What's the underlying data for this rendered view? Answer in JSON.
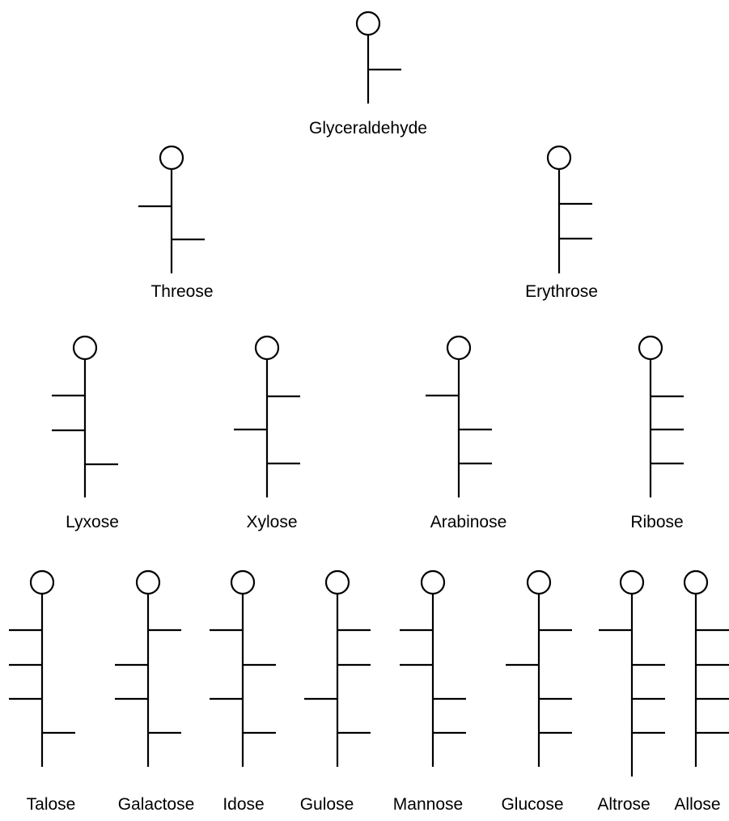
{
  "sugars": [
    {
      "name": "Glyceraldehyde",
      "hydroxyls": [
        "R"
      ]
    },
    {
      "name": "Threose",
      "hydroxyls": [
        "L",
        "R"
      ]
    },
    {
      "name": "Erythrose",
      "hydroxyls": [
        "R",
        "R"
      ]
    },
    {
      "name": "Lyxose",
      "hydroxyls": [
        "L",
        "L",
        "R"
      ]
    },
    {
      "name": "Xylose",
      "hydroxyls": [
        "R",
        "L",
        "R"
      ]
    },
    {
      "name": "Arabinose",
      "hydroxyls": [
        "L",
        "R",
        "R"
      ]
    },
    {
      "name": "Ribose",
      "hydroxyls": [
        "R",
        "R",
        "R"
      ]
    },
    {
      "name": "Talose",
      "hydroxyls": [
        "L",
        "L",
        "L",
        "R"
      ]
    },
    {
      "name": "Galactose",
      "hydroxyls": [
        "R",
        "L",
        "L",
        "R"
      ]
    },
    {
      "name": "Idose",
      "hydroxyls": [
        "L",
        "R",
        "L",
        "R"
      ]
    },
    {
      "name": "Gulose",
      "hydroxyls": [
        "R",
        "R",
        "L",
        "R"
      ]
    },
    {
      "name": "Mannose",
      "hydroxyls": [
        "L",
        "L",
        "R",
        "R"
      ]
    },
    {
      "name": "Glucose",
      "hydroxyls": [
        "R",
        "L",
        "R",
        "R"
      ]
    },
    {
      "name": "Altrose",
      "hydroxyls": [
        "L",
        "R",
        "R",
        "R"
      ]
    },
    {
      "name": "Allose",
      "hydroxyls": [
        "R",
        "R",
        "R",
        "R"
      ]
    }
  ]
}
